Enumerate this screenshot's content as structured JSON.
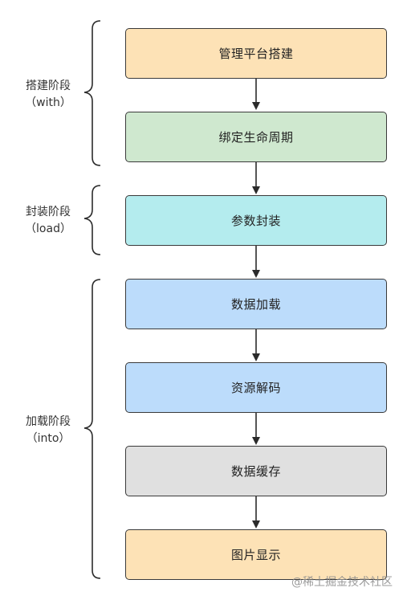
{
  "steps": [
    {
      "label": "管理平台搭建",
      "color": "#fde2b6"
    },
    {
      "label": "绑定生命周期",
      "color": "#cfe8cf"
    },
    {
      "label": "参数封装",
      "color": "#b4ecee"
    },
    {
      "label": "数据加载",
      "color": "#bcdcfb"
    },
    {
      "label": "资源解码",
      "color": "#bcdcfb"
    },
    {
      "label": "数据缓存",
      "color": "#e0e0e0"
    },
    {
      "label": "图片显示",
      "color": "#fde2b6"
    }
  ],
  "phases": [
    {
      "name": "搭建阶段",
      "sub": "（with）"
    },
    {
      "name": "封装阶段",
      "sub": "（load）"
    },
    {
      "name": "加载阶段",
      "sub": "（into）"
    }
  ],
  "watermark": "@稀土掘金技术社区",
  "colors": {
    "line": "#2b2b2b",
    "text": "#222222"
  }
}
